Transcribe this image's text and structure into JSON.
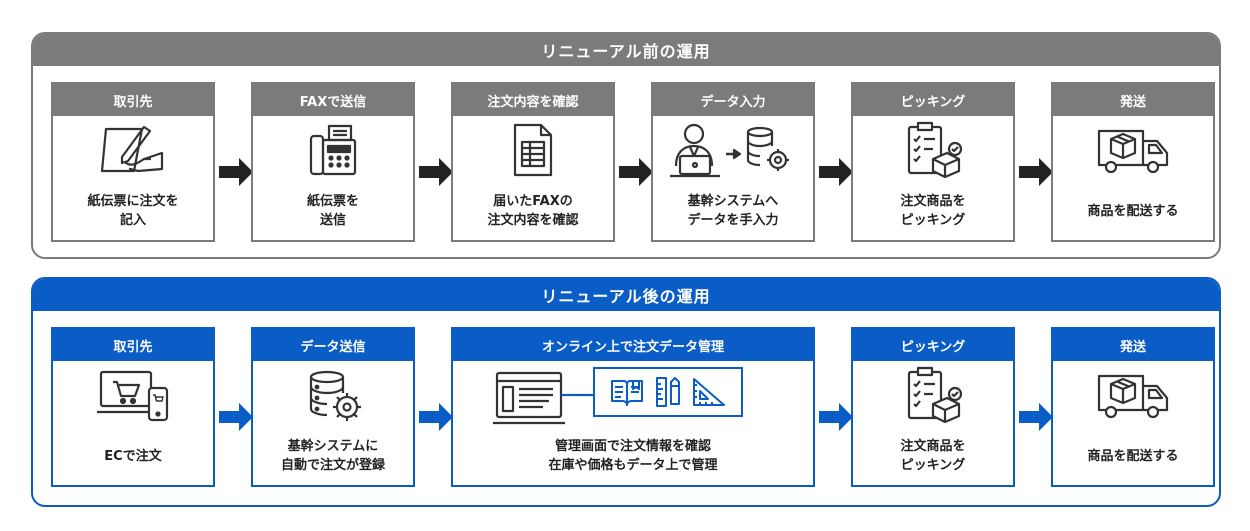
{
  "before": {
    "title": "リニューアル前の運用",
    "steps": [
      {
        "label": "取引先",
        "desc": "紙伝票に注文を\n記入",
        "icon": "hand-writing-icon"
      },
      {
        "label": "FAXで送信",
        "desc": "紙伝票を\n送信",
        "icon": "fax-machine-icon"
      },
      {
        "label": "注文内容を確認",
        "desc": "届いたFAXの\n注文内容を確認",
        "icon": "spreadsheet-document-icon"
      },
      {
        "label": "データ入力",
        "desc": "基幹システムへ\nデータを手入力",
        "icon": "operator-database-icon"
      },
      {
        "label": "ピッキング",
        "desc": "注文商品を\nピッキング",
        "icon": "checklist-box-icon"
      },
      {
        "label": "発送",
        "desc": "商品を配送する",
        "icon": "delivery-truck-icon"
      }
    ]
  },
  "after": {
    "title": "リニューアル後の運用",
    "steps": [
      {
        "label": "取引先",
        "desc": "ECで注文",
        "icon": "ec-shopping-cart-icon"
      },
      {
        "label": "データ送信",
        "desc": "基幹システムに\n自動で注文が登録",
        "icon": "database-gear-icon"
      },
      {
        "label": "オンライン上で注文データ管理",
        "desc": "管理画面で注文情報を確認\n在庫や価格もデータ上で管理",
        "icon": "admin-screen-icon"
      },
      {
        "label": "ピッキング",
        "desc": "注文商品を\nピッキング",
        "icon": "checklist-box-icon"
      },
      {
        "label": "発送",
        "desc": "商品を配送する",
        "icon": "delivery-truck-icon"
      }
    ]
  },
  "colors": {
    "before": "#7b7b7b",
    "after": "#0a5cc7",
    "arrow_before": "#222222",
    "arrow_after": "#0a5cc7"
  }
}
